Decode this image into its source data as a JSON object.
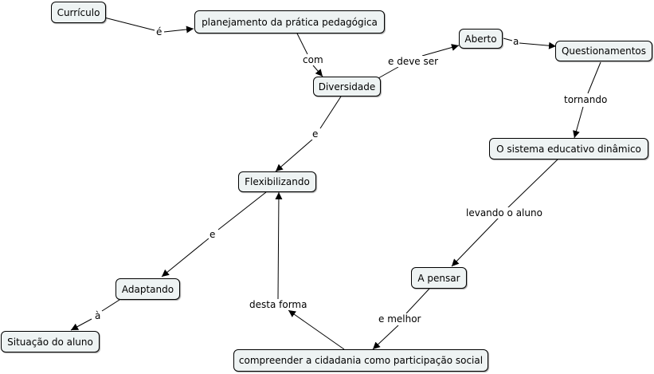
{
  "nodes": {
    "curriculo": "Currículo",
    "planejamento": "planejamento da prática pedagógica",
    "aberto": "Aberto",
    "questionamentos": "Questionamentos",
    "diversidade": "Diversidade",
    "sistema": "O sistema educativo dinâmico",
    "flexibilizando": "Flexibilizando",
    "adaptando": "Adaptando",
    "situacao": "Situação do aluno",
    "pensar": "A pensar",
    "compreender": "compreender a cidadania como participação social"
  },
  "links": {
    "e_acento": "é",
    "com": "com",
    "e_deve_ser": "e deve ser",
    "a": "a",
    "tornando": "tornando",
    "e1": "e",
    "levando": "levando o aluno",
    "e2": "e",
    "a_crase": "à",
    "desta_forma": "desta forma",
    "e_melhor": "e melhor"
  },
  "colors": {
    "node_fill": "#eef3f3",
    "line": "#000000"
  }
}
